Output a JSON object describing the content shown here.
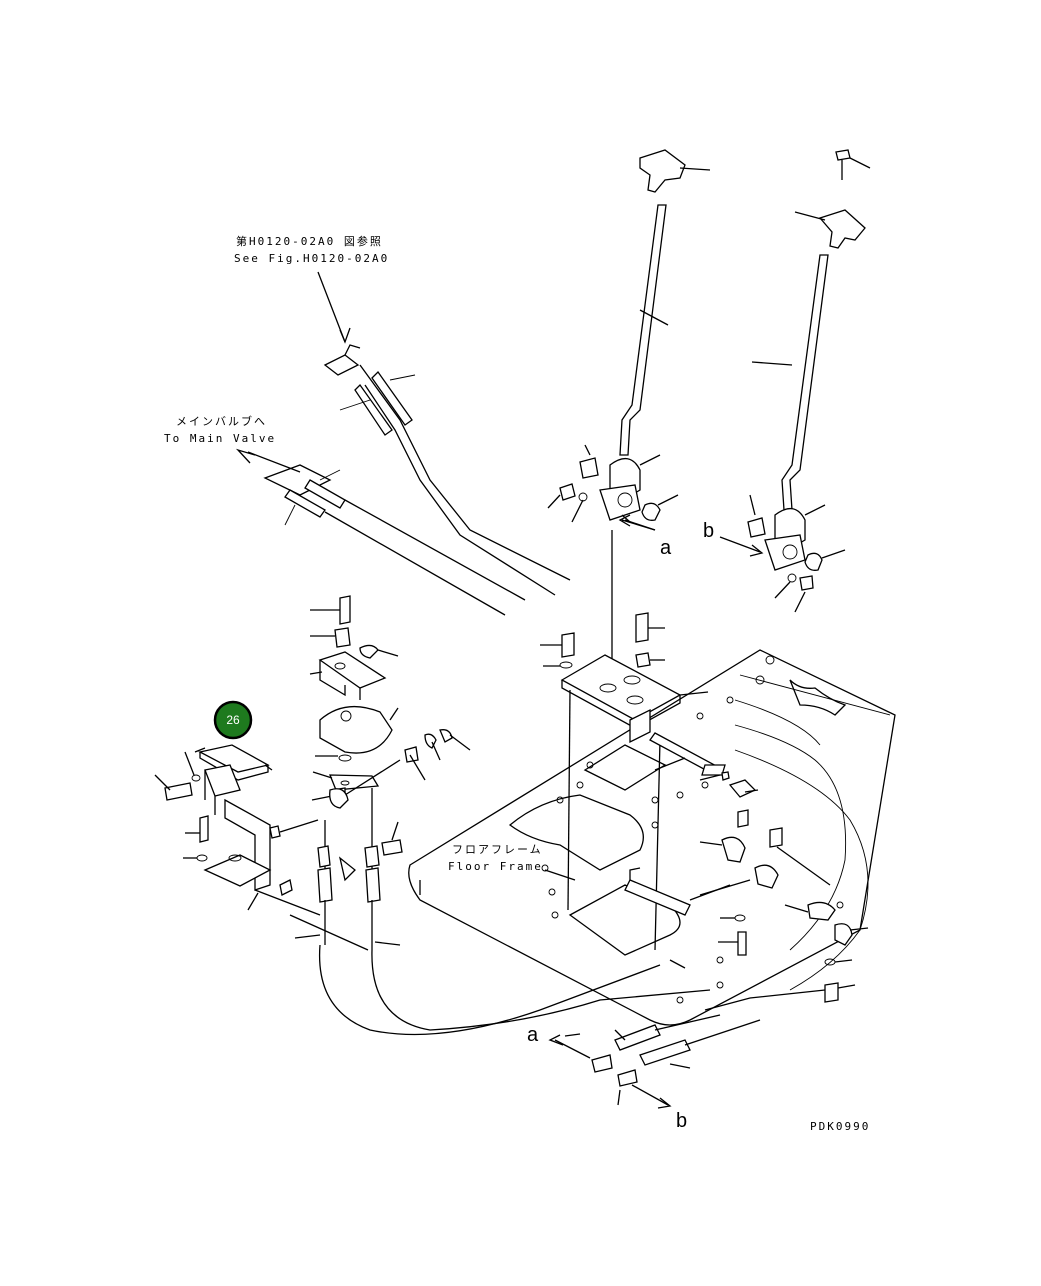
{
  "labels": {
    "see_fig_jp": "第H0120-02A0 図参照",
    "see_fig_en": "See Fig.H0120-02A0",
    "main_valve_jp": "メインバルブへ",
    "main_valve_en": "To Main Valve",
    "floor_frame_jp": "フロアフレーム",
    "floor_frame_en": "Floor Frame",
    "ref_a_top": "a",
    "ref_b_top": "b",
    "ref_a_bottom": "a",
    "ref_b_bottom": "b",
    "drawing_code": "PDK0990"
  },
  "callout": {
    "number": "26",
    "color": "#1e7a1e",
    "ring_color": "#000000"
  },
  "colors": {
    "line": "#000000",
    "background": "#ffffff"
  }
}
